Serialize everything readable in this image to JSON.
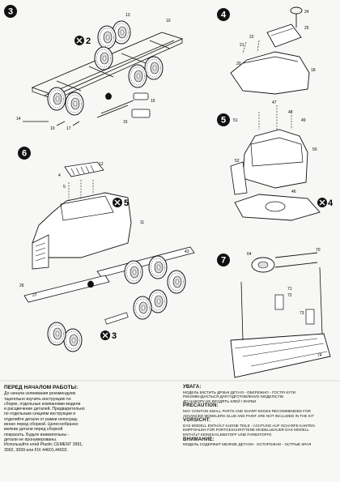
{
  "steps": [
    {
      "number": "3",
      "parts": [
        "13",
        "10",
        "14",
        "15",
        "16",
        "17",
        "19"
      ],
      "ref": "2",
      "ref2": "",
      "ref3": ""
    },
    {
      "number": "4",
      "parts": [
        "20",
        "21",
        "22",
        "24",
        "25",
        "18"
      ],
      "ref": "",
      "ref2": "",
      "ref3": ""
    },
    {
      "number": "5",
      "parts": [
        "51",
        "47",
        "48",
        "49",
        "50",
        "52",
        "46"
      ],
      "ref": "4",
      "ref2": "",
      "ref3": ""
    },
    {
      "number": "6",
      "parts": [
        "12",
        "4",
        "5",
        "11",
        "26",
        "27",
        "43"
      ],
      "ref": "5",
      "ref2": "3",
      "ref3": ""
    },
    {
      "number": "7",
      "parts": [
        "64",
        "70",
        "71",
        "72",
        "73",
        "74"
      ],
      "ref": "",
      "ref2": "",
      "ref3": ""
    }
  ],
  "ru": {
    "title": "ПЕРЕД НАЧАЛОМ РАБОТЫ:",
    "lines": [
      "До начала склеивания рекомендуем",
      "тщательно изучить инструкцию по",
      "сборке, отдельные компановки модели",
      "и расцвечение деталей. Предварительно",
      "по отдельным секциям инструкции и",
      "отделяйте детали от рамки непосред-",
      "венно перед сборкой. Целесообразно",
      "мелкие детали перед сборкой",
      "покрасить. Будьте внимательны -",
      "детали не пронумерованы.",
      "Используйте клей Plastic CEMENT 3991,",
      "3992, 3999 или FIX 44601,44602."
    ]
  },
  "warn": {
    "ua_title": "УВАГА:",
    "ua_lines": [
      "МОДЕЛЬ МІСТИТЬ ДРІБНІ ДЕТАЛІ - ОБЕРЕЖНО - ГОСТРІ КУТИ",
      "РЕКОМЕНДУЄТЬСЯ ДЛЯ ПІДГОТОВЛЕНИХ МОДЕЛІСТІВ",
      "ДО НАБОРУ НЕ ВХОДЯТЬ КЛЕЙ І ФАРБИ"
    ],
    "en_title": "PRECAUTION:",
    "en_lines": [
      "MAY CONTAIN SMALL PARTS AND SHARP EDGES RECOMMENDED FOR",
      "ADVANCED MODELERS GLUE AND PAINT ARE NOT INCLUDED IN THE KIT"
    ],
    "de_title": "VORSICHT:",
    "de_lines": [
      "DAS MODELL ENTHÄLT KLEINE TEILE - ACHTUNG AUF SCHARFE KANTEN",
      "EMPFOHLEN FÜR FORTGESCHRITTENE MODELLBAUER DAS MODELL",
      "ENTHÄLT KEINEN KLEBSTOFF UND FARBSTOFFE"
    ],
    "ru_title": "ВНИМАНИЕ:",
    "ru_lines": [
      "МОДЕЛЬ СОДЕРЖИТ МЕЛКИЕ ДЕТАЛИ - ОСТОРОЖНО - ОСТРЫЕ КРАЯ"
    ]
  }
}
